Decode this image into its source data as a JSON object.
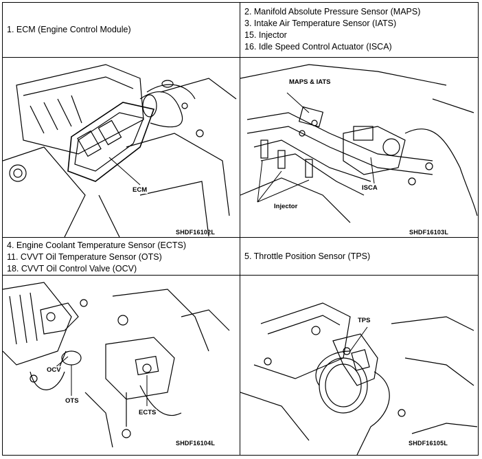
{
  "cells": [
    {
      "lines": [
        "1. ECM (Engine Control Module)"
      ],
      "figure_code": "SHDF16102L",
      "callouts": [
        "ECM"
      ]
    },
    {
      "lines": [
        "2. Manifold Absolute Pressure Sensor (MAPS)",
        "3. Intake Air Temperature Sensor (IATS)",
        "15. Injector",
        "16. Idle Speed Control Actuator (ISCA)"
      ],
      "figure_code": "SHDF16103L",
      "callouts": [
        "MAPS & IATS",
        "ISCA",
        "Injector"
      ]
    },
    {
      "lines": [
        "4. Engine Coolant Temperature Sensor (ECTS)",
        "11. CVVT Oil Temperature Sensor (OTS)",
        "18. CVVT Oil Control Valve (OCV)"
      ],
      "figure_code": "SHDF16104L",
      "callouts": [
        "OCV",
        "OTS",
        "ECTS"
      ]
    },
    {
      "lines": [
        "5. Throttle Position Sensor (TPS)"
      ],
      "figure_code": "SHDF16105L",
      "callouts": [
        "TPS"
      ]
    }
  ]
}
